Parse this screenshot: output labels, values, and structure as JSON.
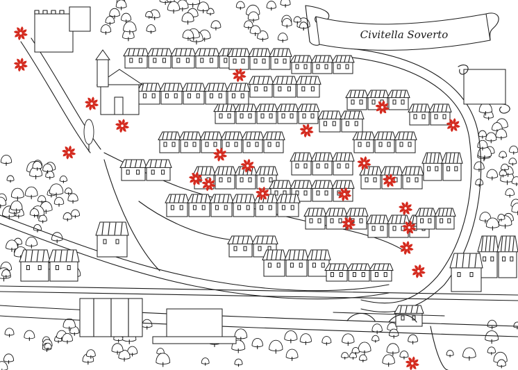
{
  "map": {
    "title": "Civitella Soverto",
    "colors": {
      "ink": "#1a1a1a",
      "paper": "#ffffff",
      "marker": "#d42a1e",
      "marker_center": "#ffffff"
    },
    "marker_icon": "red-pinwheel-flower-icon",
    "markers": [
      {
        "id": "m1",
        "x": 0.04,
        "y": 0.09
      },
      {
        "id": "m2",
        "x": 0.04,
        "y": 0.175
      },
      {
        "id": "m3",
        "x": 0.177,
        "y": 0.28
      },
      {
        "id": "m4",
        "x": 0.236,
        "y": 0.34
      },
      {
        "id": "m5",
        "x": 0.133,
        "y": 0.412
      },
      {
        "id": "m6",
        "x": 0.462,
        "y": 0.203
      },
      {
        "id": "m7",
        "x": 0.592,
        "y": 0.353
      },
      {
        "id": "m8",
        "x": 0.738,
        "y": 0.29
      },
      {
        "id": "m9",
        "x": 0.875,
        "y": 0.338
      },
      {
        "id": "m10",
        "x": 0.425,
        "y": 0.418
      },
      {
        "id": "m11",
        "x": 0.478,
        "y": 0.448
      },
      {
        "id": "m12",
        "x": 0.378,
        "y": 0.483
      },
      {
        "id": "m13",
        "x": 0.403,
        "y": 0.498
      },
      {
        "id": "m14",
        "x": 0.507,
        "y": 0.523
      },
      {
        "id": "m15",
        "x": 0.703,
        "y": 0.441
      },
      {
        "id": "m16",
        "x": 0.752,
        "y": 0.488
      },
      {
        "id": "m17",
        "x": 0.665,
        "y": 0.525
      },
      {
        "id": "m18",
        "x": 0.783,
        "y": 0.563
      },
      {
        "id": "m19",
        "x": 0.673,
        "y": 0.604
      },
      {
        "id": "m20",
        "x": 0.79,
        "y": 0.615
      },
      {
        "id": "m21",
        "x": 0.785,
        "y": 0.67
      },
      {
        "id": "m22",
        "x": 0.808,
        "y": 0.733
      },
      {
        "id": "m23",
        "x": 0.796,
        "y": 0.982
      }
    ]
  }
}
